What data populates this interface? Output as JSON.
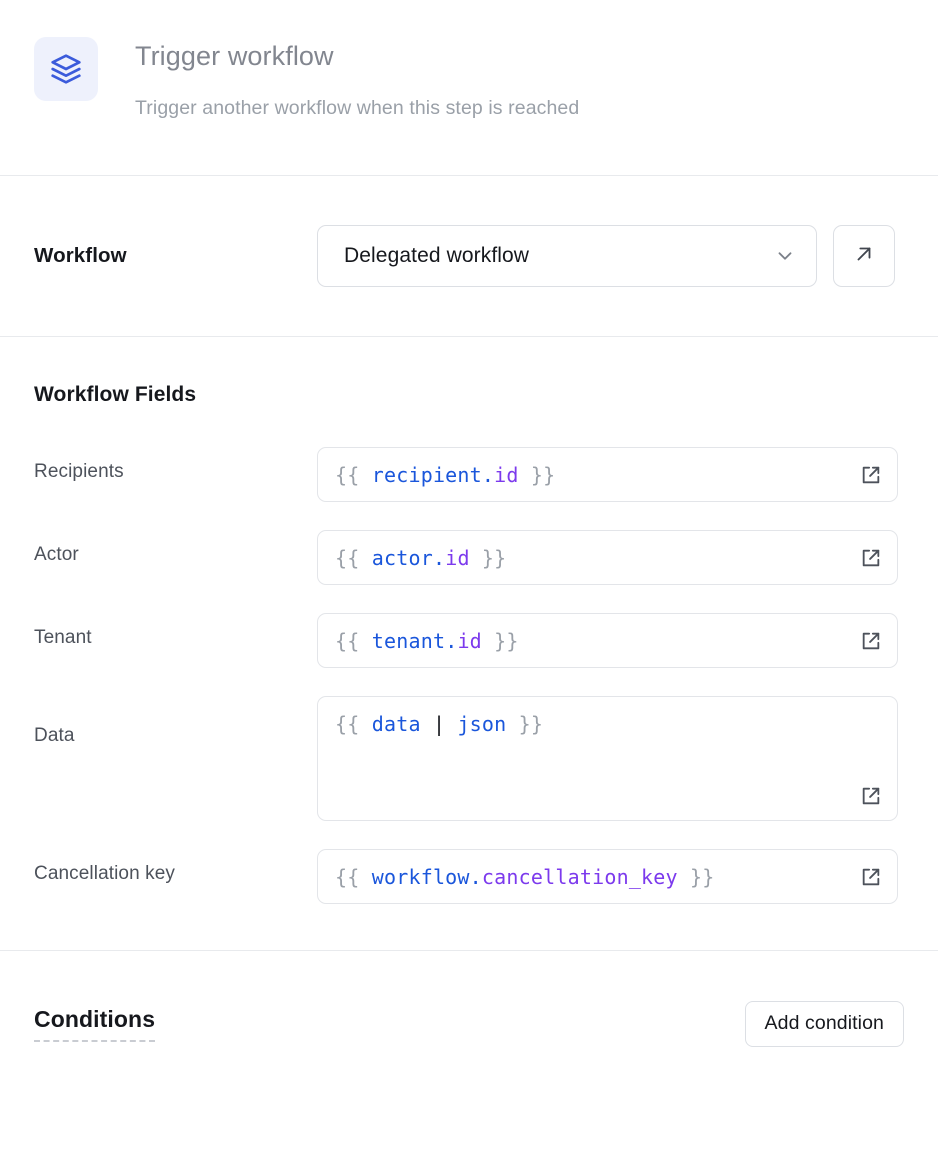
{
  "header": {
    "icon": "layers-icon",
    "title": "Trigger workflow",
    "subtitle": "Trigger another workflow when this step is reached",
    "icon_color": "#3b5bdb",
    "icon_bg": "#eef1fc"
  },
  "workflow": {
    "label": "Workflow",
    "selected": "Delegated workflow",
    "dropdown_icon": "chevron-down-icon",
    "open_icon": "arrow-up-right-icon"
  },
  "fields": {
    "title": "Workflow Fields",
    "expand_icon": "external-link-icon",
    "items": [
      {
        "label": "Recipients",
        "multiline": false,
        "tokens": [
          {
            "text": "{{ ",
            "kind": "br"
          },
          {
            "text": "recipient",
            "kind": "obj"
          },
          {
            "text": ".",
            "kind": "dot"
          },
          {
            "text": "id",
            "kind": "prop"
          },
          {
            "text": " }}",
            "kind": "br"
          }
        ]
      },
      {
        "label": "Actor",
        "multiline": false,
        "tokens": [
          {
            "text": "{{ ",
            "kind": "br"
          },
          {
            "text": "actor",
            "kind": "obj"
          },
          {
            "text": ".",
            "kind": "dot"
          },
          {
            "text": "id",
            "kind": "prop"
          },
          {
            "text": " }}",
            "kind": "br"
          }
        ]
      },
      {
        "label": "Tenant",
        "multiline": false,
        "tokens": [
          {
            "text": "{{ ",
            "kind": "br"
          },
          {
            "text": "tenant",
            "kind": "obj"
          },
          {
            "text": ".",
            "kind": "dot"
          },
          {
            "text": "id",
            "kind": "prop"
          },
          {
            "text": " }}",
            "kind": "br"
          }
        ]
      },
      {
        "label": "Data",
        "multiline": true,
        "tokens": [
          {
            "text": "{{ ",
            "kind": "br"
          },
          {
            "text": "data",
            "kind": "filt"
          },
          {
            "text": " | ",
            "kind": "pipe"
          },
          {
            "text": "json",
            "kind": "filt"
          },
          {
            "text": " }}",
            "kind": "br"
          }
        ]
      },
      {
        "label": "Cancellation key",
        "multiline": false,
        "tokens": [
          {
            "text": "{{ ",
            "kind": "br"
          },
          {
            "text": "workflow",
            "kind": "obj"
          },
          {
            "text": ".",
            "kind": "dot"
          },
          {
            "text": "cancellation_key",
            "kind": "prop"
          },
          {
            "text": " }}",
            "kind": "br"
          }
        ]
      }
    ]
  },
  "conditions": {
    "title": "Conditions",
    "add_label": "Add condition"
  }
}
